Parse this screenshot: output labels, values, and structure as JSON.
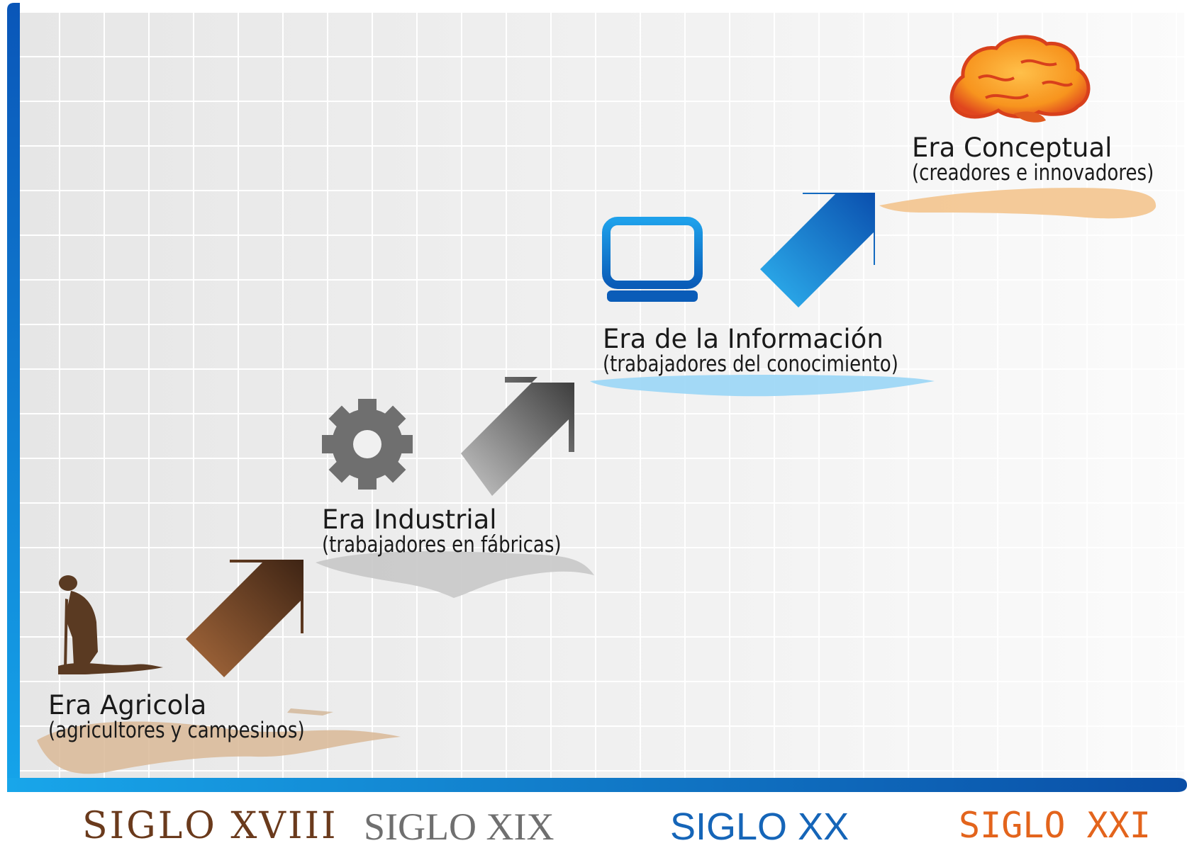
{
  "eras": [
    {
      "title": "Era Agricola",
      "subtitle": "(agricultores y campesinos)",
      "icon": "farmer-icon",
      "color": "#7a4a2a"
    },
    {
      "title": "Era Industrial",
      "subtitle": "(trabajadores en fábricas)",
      "icon": "gear-icon",
      "color": "#6b6b6b"
    },
    {
      "title": "Era de la Información",
      "subtitle": "(trabajadores del conocimiento)",
      "icon": "laptop-icon",
      "color": "#0b86d8"
    },
    {
      "title": "Era Conceptual",
      "subtitle": "(creadores e innovadores)",
      "icon": "brain-icon",
      "color": "#f07f1e"
    }
  ],
  "centuries": [
    {
      "label": "SIGLO XVIII",
      "color": "#6a3a1c"
    },
    {
      "label": "SIGLO XIX",
      "color": "#6f6f6f"
    },
    {
      "label": "SIGLO XX",
      "color": "#1565b8"
    },
    {
      "label": "SIGLO XXI",
      "color": "#e3641c"
    }
  ],
  "colors": {
    "axis": "#0b63c4",
    "grid": "#ffffff",
    "background": "#f0f0f0"
  }
}
